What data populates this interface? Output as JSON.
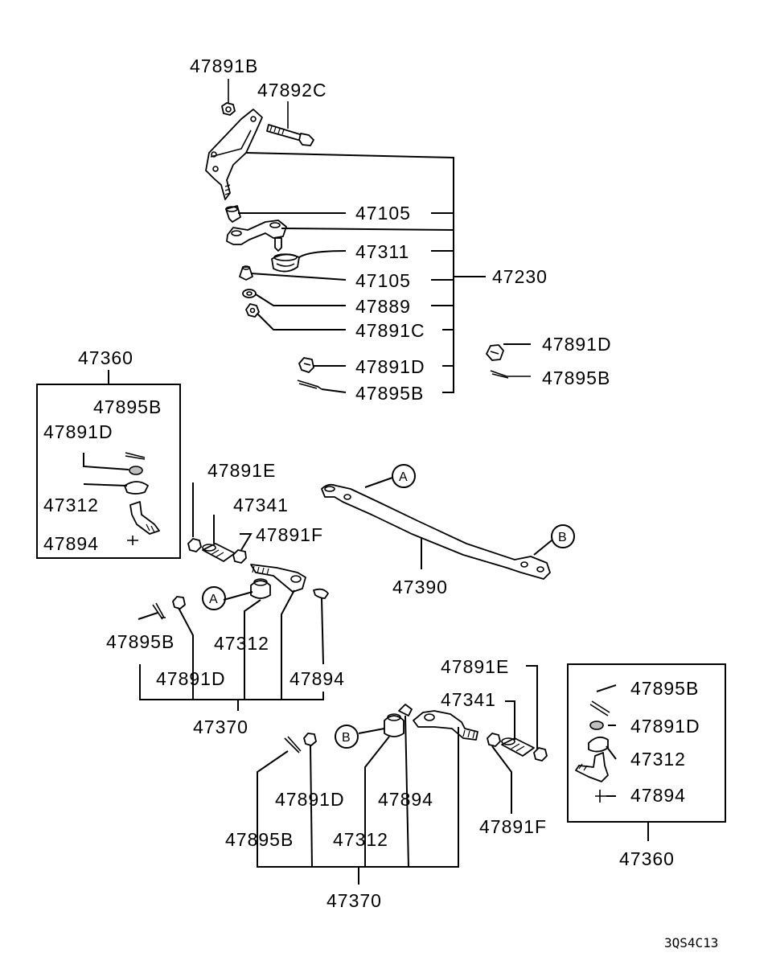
{
  "labels": {
    "l_47891B_top": "47891B",
    "l_47892C": "47892C",
    "l_47105_a": "47105",
    "l_47311": "47311",
    "l_47105_b": "47105",
    "l_47230": "47230",
    "l_47889": "47889",
    "l_47891C": "47891C",
    "l_47891D_mid": "47891D",
    "l_47895B_mid": "47895B",
    "l_47891D_right": "47891D",
    "l_47895B_right": "47895B",
    "l_47360_left": "47360",
    "l_47895B_box_left": "47895B",
    "l_47891D_box_left": "47891D",
    "l_47312_box_left": "47312",
    "l_47894_box_left": "47894",
    "l_47891E_left": "47891E",
    "l_47341_left": "47341",
    "l_47891F_left": "47891F",
    "l_47390": "47390",
    "l_47895B_lower_left": "47895B",
    "l_47312_lower_left": "47312",
    "l_47891D_lower_left": "47891D",
    "l_47894_lower_left": "47894",
    "l_47370_left": "47370",
    "l_47891E_right": "47891E",
    "l_47341_right": "47341",
    "l_47891D_lower_right": "47891D",
    "l_47894_lower_right": "47894",
    "l_47891F_right": "47891F",
    "l_47895B_lower_right": "47895B",
    "l_47312_lower_right": "47312",
    "l_47370_right": "47370",
    "l_47895B_box_right": "47895B",
    "l_47891D_box_right": "47891D",
    "l_47312_box_right": "47312",
    "l_47894_box_right": "47894",
    "l_47360_right": "47360"
  },
  "callouts": {
    "a_top": "A",
    "b_top": "B",
    "a_left": "A",
    "b_right": "B"
  },
  "diagram_code": "3QS4C13"
}
